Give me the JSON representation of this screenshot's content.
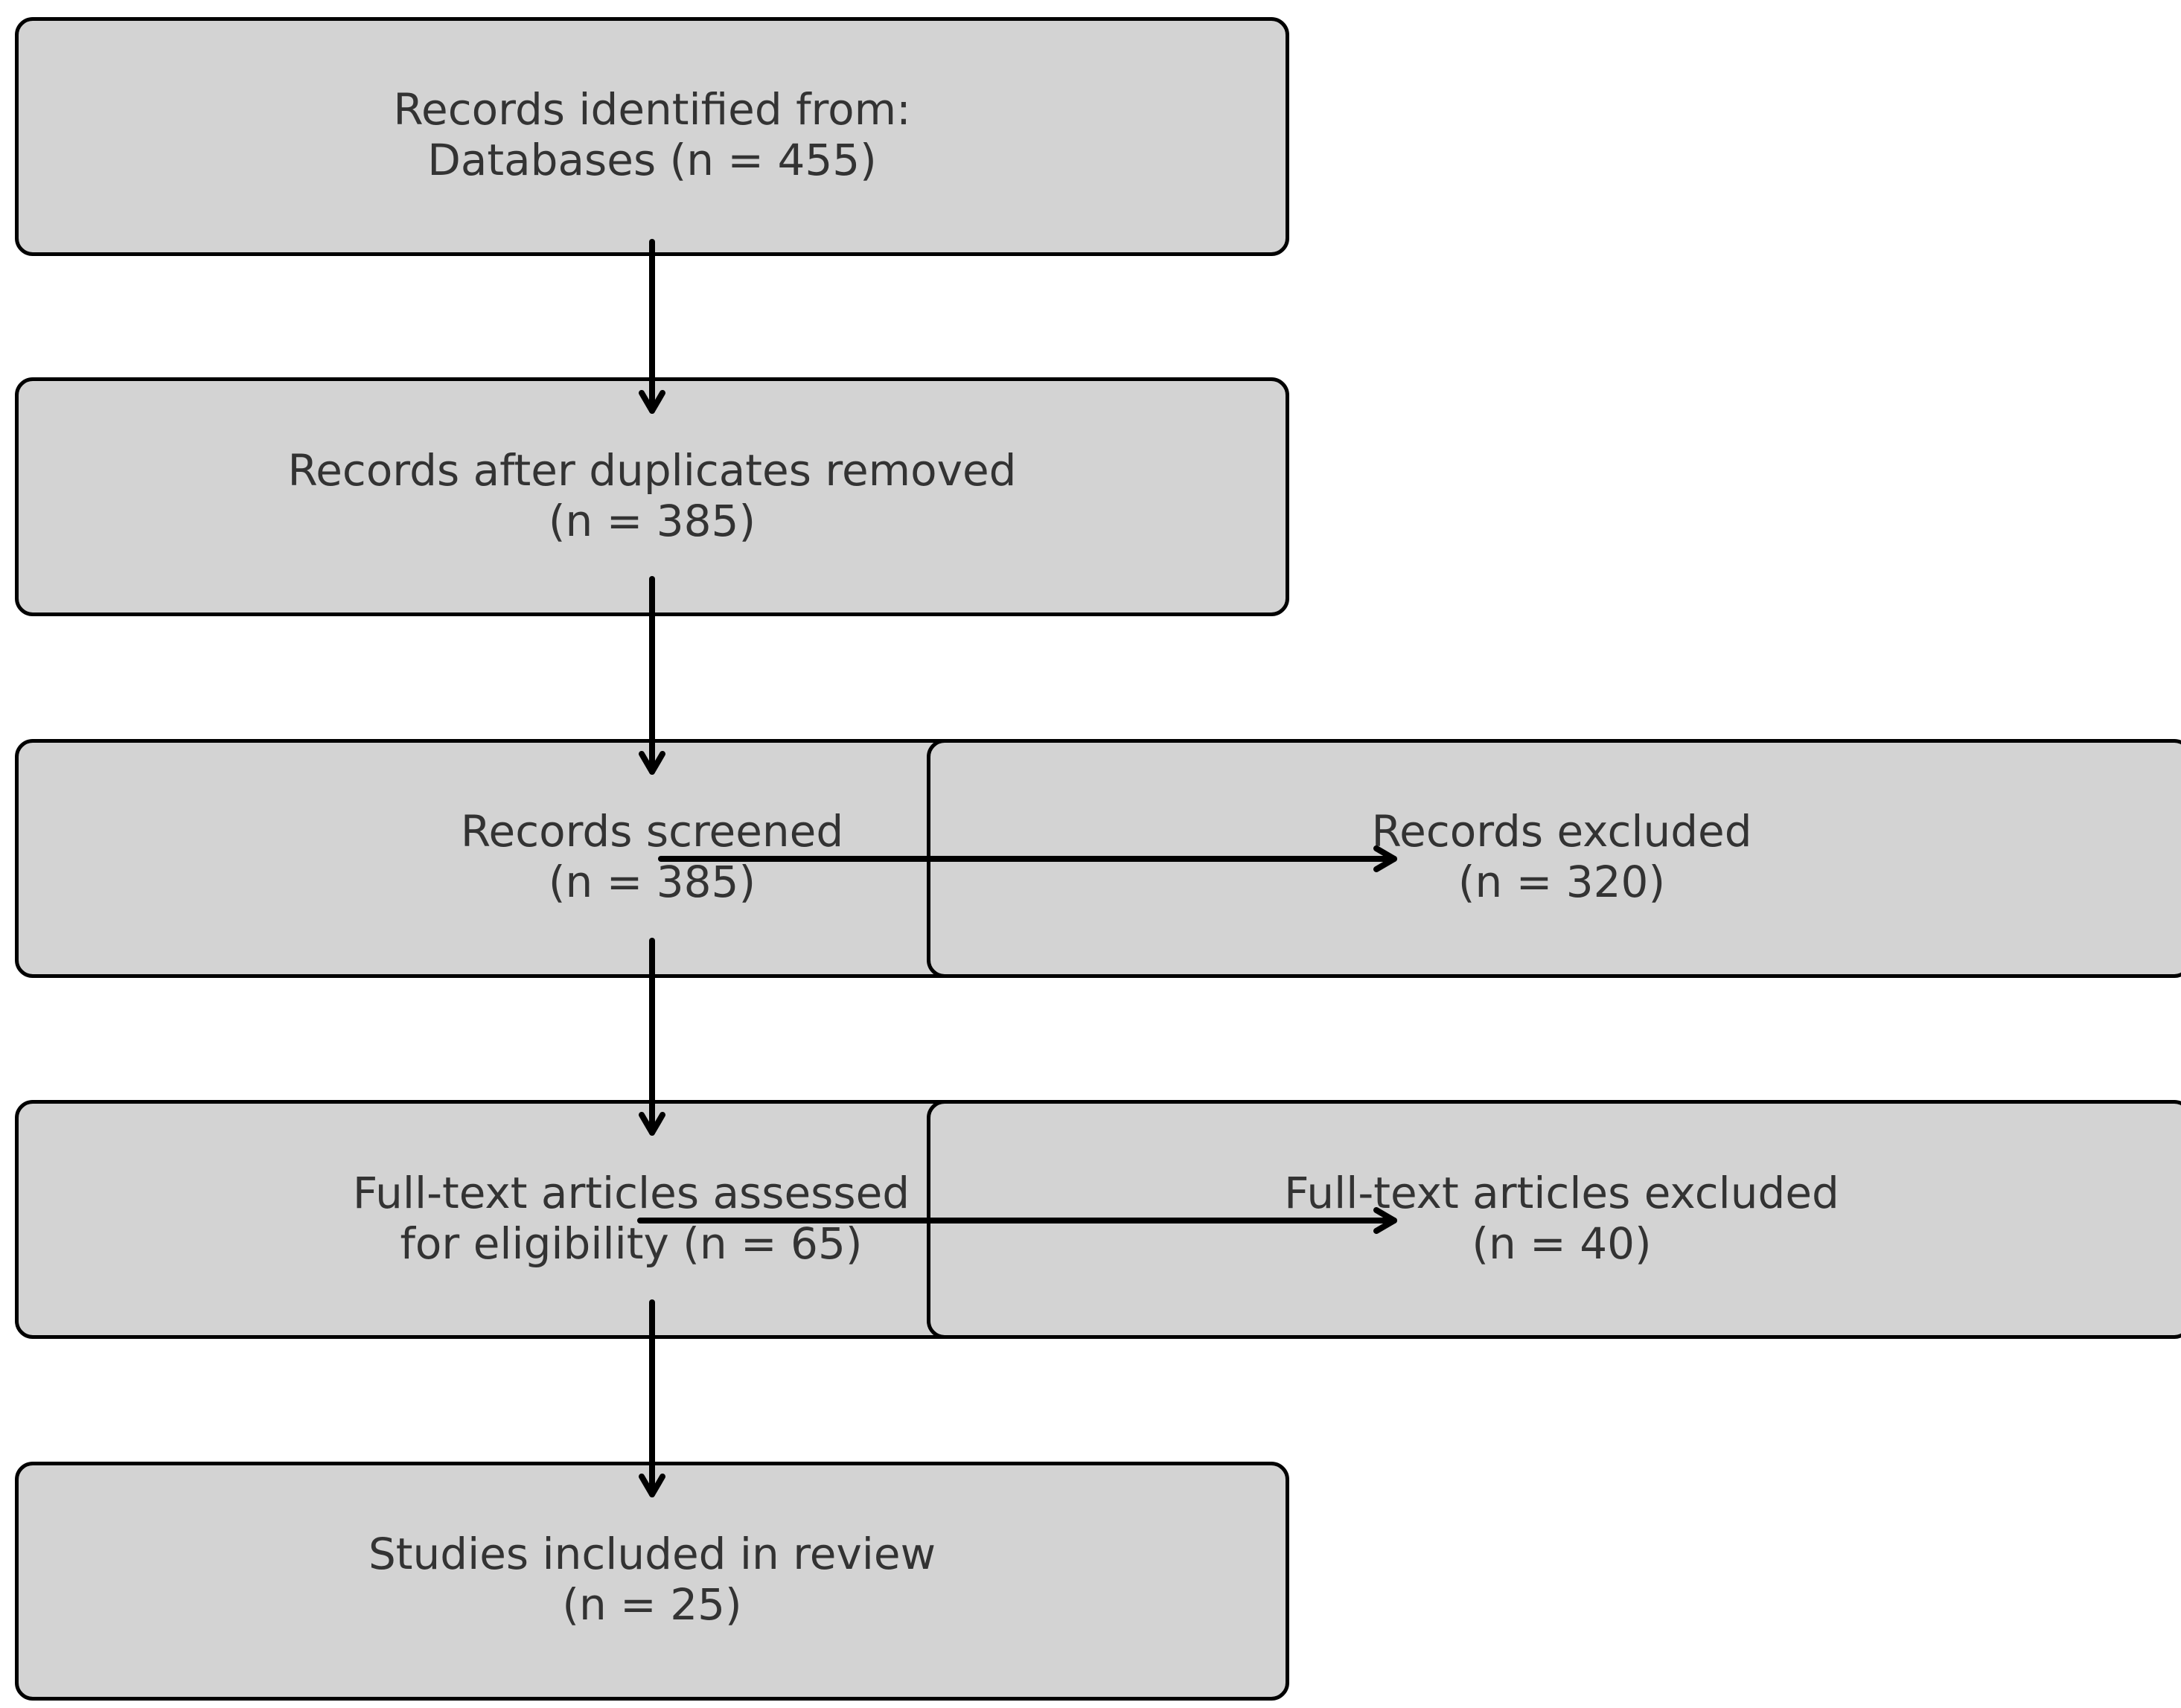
{
  "colors": {
    "box_fill": "#d3d3d3",
    "box_border": "#000000",
    "text": "#333333",
    "arrow": "#000000",
    "background": "#ffffff"
  },
  "boxes": {
    "identified": {
      "line1": "Records identified from:",
      "line2": "Databases (n = 455)"
    },
    "deduplicated": {
      "line1": "Records after duplicates removed",
      "line2": "(n = 385)"
    },
    "screened": {
      "line1": "Records screened",
      "line2": "(n = 385)"
    },
    "excluded": {
      "line1": "Records excluded",
      "line2": "(n = 320)"
    },
    "fulltext": {
      "line1": "Full-text articles assessed",
      "line2": "for eligibility (n = 65)"
    },
    "fulltext_excluded": {
      "line1": "Full-text articles excluded",
      "line2": "(n = 40)"
    },
    "included": {
      "line1": "Studies included in review",
      "line2": "(n = 25)"
    }
  }
}
